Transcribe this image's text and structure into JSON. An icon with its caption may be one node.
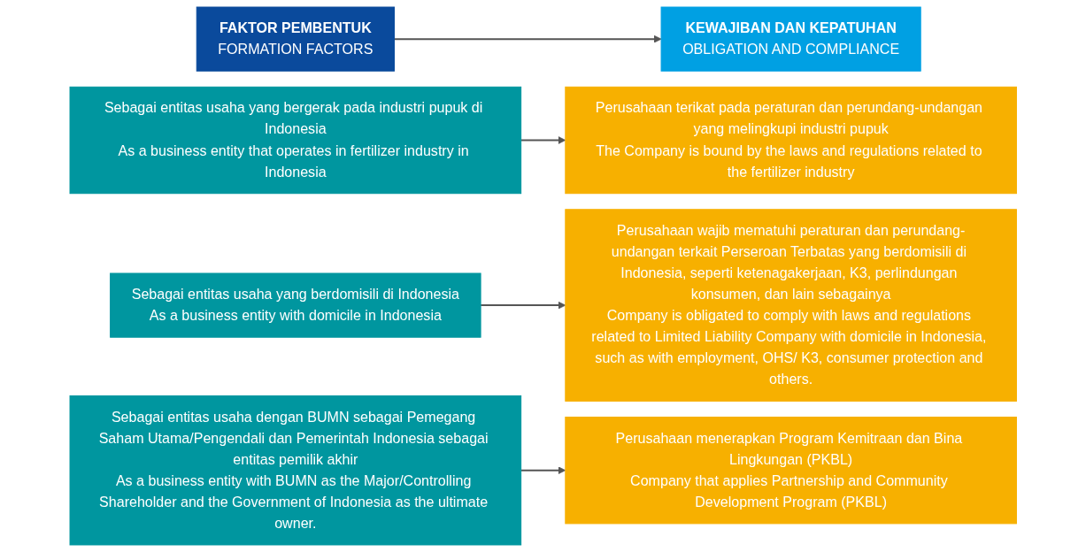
{
  "diagram": {
    "nodes": [
      {
        "text": [
          "FAKTOR PEMBENTUK",
          "FORMATION FACTORS"
        ]
      },
      {
        "text": [
          "KEWAJIBAN DAN KEPATUHAN",
          "OBLIGATION AND COMPLIANCE"
        ]
      },
      {
        "text": [
          "Sebagai entitas usaha yang bergerak pada industri pupuk di Indonesia",
          "As a business entity that operates in fertilizer industry in Indonesia"
        ]
      },
      {
        "text": [
          "Perusahaan terikat pada peraturan dan perundang-undangan yang melingkupi industri pupuk",
          "The Company is bound by the laws and regulations related to the fertilizer industry"
        ]
      },
      {
        "text": [
          "Sebagai entitas usaha yang berdomisili di Indonesia",
          "As a business entity with domicile in Indonesia"
        ]
      },
      {
        "text": [
          "Perusahaan wajib mematuhi peraturan dan perundang-undangan terkait Perseroan Terbatas yang berdomisili di Indonesia, seperti ketenagakerjaan, K3, perlindungan konsumen, dan lain sebagainya",
          "Company is obligated to comply with laws and regulations related to Limited Liability Company with domicile in Indonesia, such as with employment, OHS/ K3, consumer protection and others."
        ]
      },
      {
        "text": [
          "Sebagai entitas usaha dengan BUMN sebagai Pemegang Saham Utama/Pengendali dan Pemerintah Indonesia sebagai entitas pemilik akhir",
          "As a business entity with BUMN as the Major/Controlling Shareholder and the Government of Indonesia as the ultimate owner."
        ]
      },
      {
        "text": [
          "Perusahaan menerapkan Program Kemitraan dan Bina Lingkungan (PKBL)",
          "Company that applies Partnership and Community Development Program (PKBL)"
        ]
      }
    ],
    "edges": [
      {
        "from": 0,
        "to": 1,
        "arrow": "to"
      },
      {
        "from": 2,
        "to": 3,
        "arrow": "to"
      },
      {
        "from": 4,
        "to": 5,
        "arrow": "to"
      },
      {
        "from": 6,
        "to": 7,
        "arrow": "to"
      }
    ]
  }
}
